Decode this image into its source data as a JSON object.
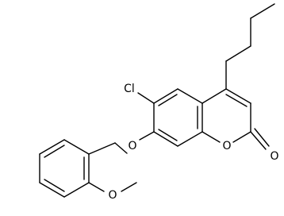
{
  "molecule": {
    "atoms": {
      "chlorine": "Cl",
      "ether_oxygen": "O",
      "ring_oxygen": "O",
      "carbonyl_oxygen": "O",
      "methoxy_oxygen": "O"
    }
  },
  "colors": {
    "bond": "#000000",
    "label": "#000000",
    "background": "#ffffff"
  }
}
